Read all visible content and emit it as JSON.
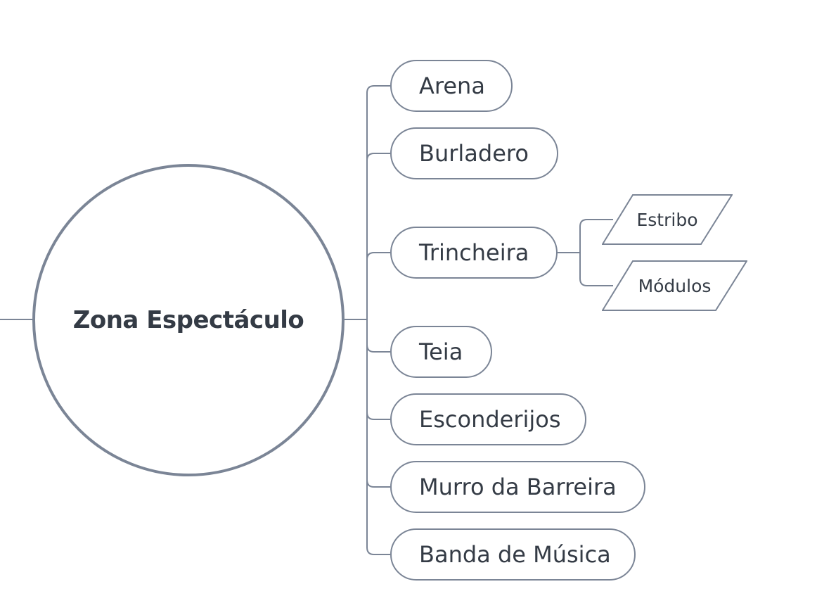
{
  "diagram": {
    "type": "mind-map",
    "colors": {
      "stroke": "#7b8596",
      "text": "#343b45",
      "background": "#ffffff"
    },
    "central_topic": {
      "label": "Zona Espectáculo",
      "shape": "circle"
    },
    "topics": [
      {
        "label": "Arena",
        "shape": "rounded-rectangle"
      },
      {
        "label": "Burladero",
        "shape": "rounded-rectangle"
      },
      {
        "label": "Trincheira",
        "shape": "rounded-rectangle",
        "subtopics": [
          {
            "label": "Estribo",
            "shape": "parallelogram"
          },
          {
            "label": "Módulos",
            "shape": "parallelogram"
          }
        ]
      },
      {
        "label": "Teia",
        "shape": "rounded-rectangle"
      },
      {
        "label": "Esconderijos",
        "shape": "rounded-rectangle"
      },
      {
        "label": "Murro da Barreira",
        "shape": "rounded-rectangle"
      },
      {
        "label": "Banda de Música",
        "shape": "rounded-rectangle"
      }
    ]
  }
}
